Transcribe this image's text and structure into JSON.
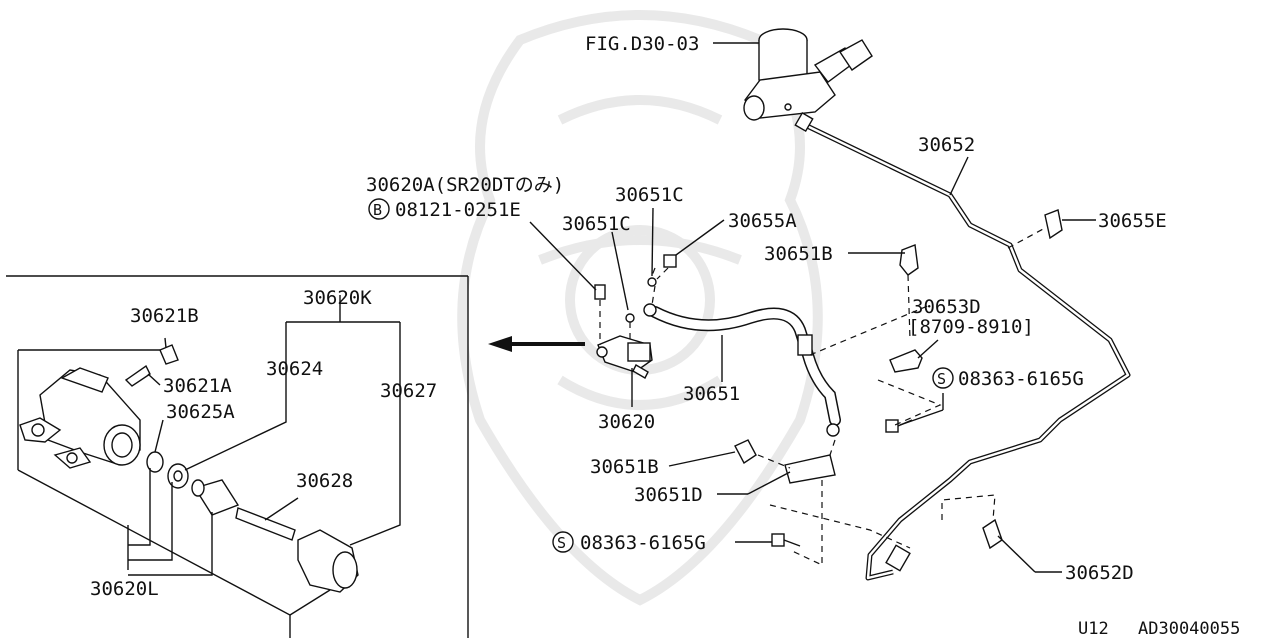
{
  "diagram": {
    "fig_ref": "FIG.D30-03",
    "labels": {
      "p30652": "30652",
      "p30655E": "30655E",
      "p30620A": "30620A(SR20DTのみ)",
      "p08121": "08121-0251E",
      "p08121_prefix": "B",
      "p30651C_a": "30651C",
      "p30651C_b": "30651C",
      "p30655A": "30655A",
      "p30651B_top": "30651B",
      "p30653D": "30653D",
      "p30653D_range": "[8709-8910]",
      "p08363_right": "08363-6165G",
      "p08363_right_prefix": "S",
      "p30651": "30651",
      "p30620": "30620",
      "p30651B_bot": "30651B",
      "p30651D": "30651D",
      "p08363_left": "08363-6165G",
      "p08363_left_prefix": "S",
      "p30652D": "30652D",
      "p30620K": "30620K",
      "p30621B": "30621B",
      "p30621A": "30621A",
      "p30624": "30624",
      "p30627": "30627",
      "p30625A": "30625A",
      "p30628": "30628",
      "p30620L": "30620L"
    },
    "footer": {
      "code": "U12",
      "image_id": "AD30040055"
    }
  }
}
